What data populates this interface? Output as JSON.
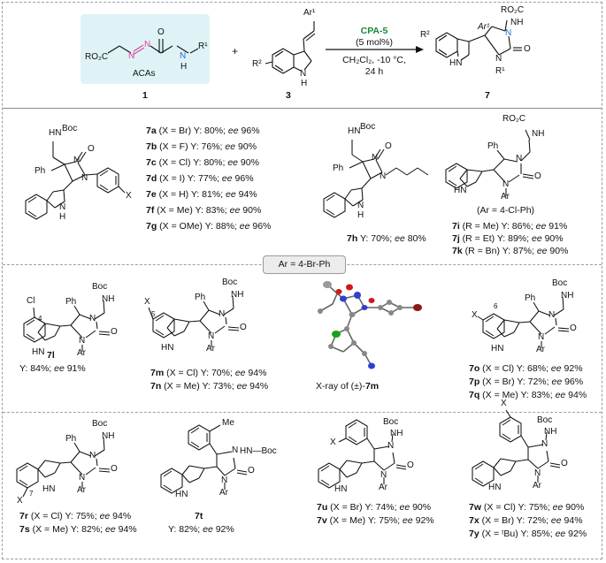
{
  "scheme": {
    "reagent1_label": "1",
    "reagent1_caption": "ACAs",
    "reagent1_frag_left": "RO₂C",
    "reagent1_frag_n1": "N",
    "reagent1_frag_n2": "N",
    "reagent1_frag_o": "O",
    "reagent1_frag_nh": "N",
    "reagent1_frag_h": "H",
    "reagent1_frag_r": "R¹",
    "plus": "+",
    "reagent3_label": "3",
    "reagent3_ar": "Ar¹",
    "reagent3_r2": "R²",
    "reagent3_nh": "N",
    "reagent3_h": "H",
    "catalyst": "CPA-5",
    "loading": "(5 mol%)",
    "conditions1": "CH₂Cl₂, -10 °C,",
    "conditions2": "24 h",
    "product_label": "7",
    "product_ro2c": "RO₂C",
    "product_nh": "NH",
    "product_ar1": "Ar¹",
    "product_r2": "R²",
    "product_o": "O",
    "product_r1": "R¹",
    "product_hn": "HN",
    "product_n": "N"
  },
  "annotation": {
    "ar_def": "Ar = 4-Br-Ph",
    "xray": "X-ray of (±)-",
    "xray_cmpd": "7m"
  },
  "group1": [
    {
      "id": "7a",
      "text": " (X = Br) Y: 80%; ",
      "ee": "ee",
      "ee_val": " 96%"
    },
    {
      "id": "7b",
      "text": " (X = F) Y: 76%; ",
      "ee": "ee",
      "ee_val": " 90%"
    },
    {
      "id": "7c",
      "text": " (X = Cl) Y: 80%; ",
      "ee": "ee",
      "ee_val": " 90%"
    },
    {
      "id": "7d",
      "text": " (X = I) Y: 77%; ",
      "ee": "ee",
      "ee_val": " 96%"
    },
    {
      "id": "7e",
      "text": " (X = H) Y: 81%; ",
      "ee": "ee",
      "ee_val": " 94%"
    },
    {
      "id": "7f",
      "text": " (X = Me) Y: 83%; ",
      "ee": "ee",
      "ee_val": " 90%"
    },
    {
      "id": "7g",
      "text": " (X = OMe) Y: 88%; ",
      "ee": "ee",
      "ee_val": " 96%"
    }
  ],
  "item_7h": {
    "id": "7h",
    "text": " Y: 70%; ",
    "ee": "ee",
    "ee_val": " 80%"
  },
  "group_ijk_note": "(Ar = 4-Cl-Ph)",
  "group_ijk": [
    {
      "id": "7i",
      "text": " (R = Me) Y: 86%; ",
      "ee": "ee",
      "ee_val": " 91%"
    },
    {
      "id": "7j",
      "text": " (R = Et) Y: 89%; ",
      "ee": "ee",
      "ee_val": " 90%"
    },
    {
      "id": "7k",
      "text": " (R = Bn) Y: 87%; ",
      "ee": "ee",
      "ee_val": " 90%"
    }
  ],
  "item_7l": {
    "id": "7l",
    "text": "Y: 84%; ",
    "ee": "ee",
    "ee_val": " 91%"
  },
  "group_mn": [
    {
      "id": "7m",
      "text": " (X = Cl) Y: 70%; ",
      "ee": "ee",
      "ee_val": " 94%"
    },
    {
      "id": "7n",
      "text": " (X = Me) Y: 73%; ",
      "ee": "ee",
      "ee_val": " 94%"
    }
  ],
  "group_opq": [
    {
      "id": "7o",
      "text": " (X = Cl) Y: 68%; ",
      "ee": "ee",
      "ee_val": " 92%"
    },
    {
      "id": "7p",
      "text": " (X = Br) Y: 72%; ",
      "ee": "ee",
      "ee_val": " 96%"
    },
    {
      "id": "7q",
      "text": " (X = Me) Y: 83%; ",
      "ee": "ee",
      "ee_val": " 94%"
    }
  ],
  "group_rs": [
    {
      "id": "7r",
      "text": " (X = Cl) Y: 75%; ",
      "ee": "ee",
      "ee_val": " 94%"
    },
    {
      "id": "7s",
      "text": " (X = Me) Y: 82%; ",
      "ee": "ee",
      "ee_val": " 94%"
    }
  ],
  "item_7t": {
    "id": "7t",
    "text": "Y: 82%; ",
    "ee": "ee",
    "ee_val": " 92%"
  },
  "group_uv": [
    {
      "id": "7u",
      "text": " (X = Br) Y: 74%; ",
      "ee": "ee",
      "ee_val": " 90%"
    },
    {
      "id": "7v",
      "text": " (X = Me) Y: 75%; ",
      "ee": "ee",
      "ee_val": " 92%"
    }
  ],
  "group_wxy": [
    {
      "id": "7w",
      "text": " (X = Cl) Y: 75%; ",
      "ee": "ee",
      "ee_val": " 90%"
    },
    {
      "id": "7x",
      "text": " (X = Br) Y: 72%; ",
      "ee": "ee",
      "ee_val": " 94%"
    },
    {
      "id": "7y",
      "text": " (X = ᵗBu) Y: 85%; ",
      "ee": "ee",
      "ee_val": " 92%"
    }
  ],
  "atoms": {
    "boc": "Boc",
    "hn": "HN",
    "nh": "NH",
    "n": "N",
    "o": "O",
    "ph": "Ph",
    "ar": "Ar",
    "h": "H",
    "x": "X",
    "cl": "Cl",
    "me": "Me",
    "ro2c": "RO₂C",
    "pos4": "4",
    "pos5": "5",
    "pos6": "6",
    "pos7": "7"
  },
  "colors": {
    "catalyst": "#1a8a3a",
    "azo_n": "#e0409a",
    "urea_n": "#1f6fd1",
    "box": "#dff3f7",
    "xray_n": "#2f3fd0",
    "xray_o": "#d01818",
    "xray_cl": "#1aa01a",
    "xray_br": "#8a1a1a"
  }
}
